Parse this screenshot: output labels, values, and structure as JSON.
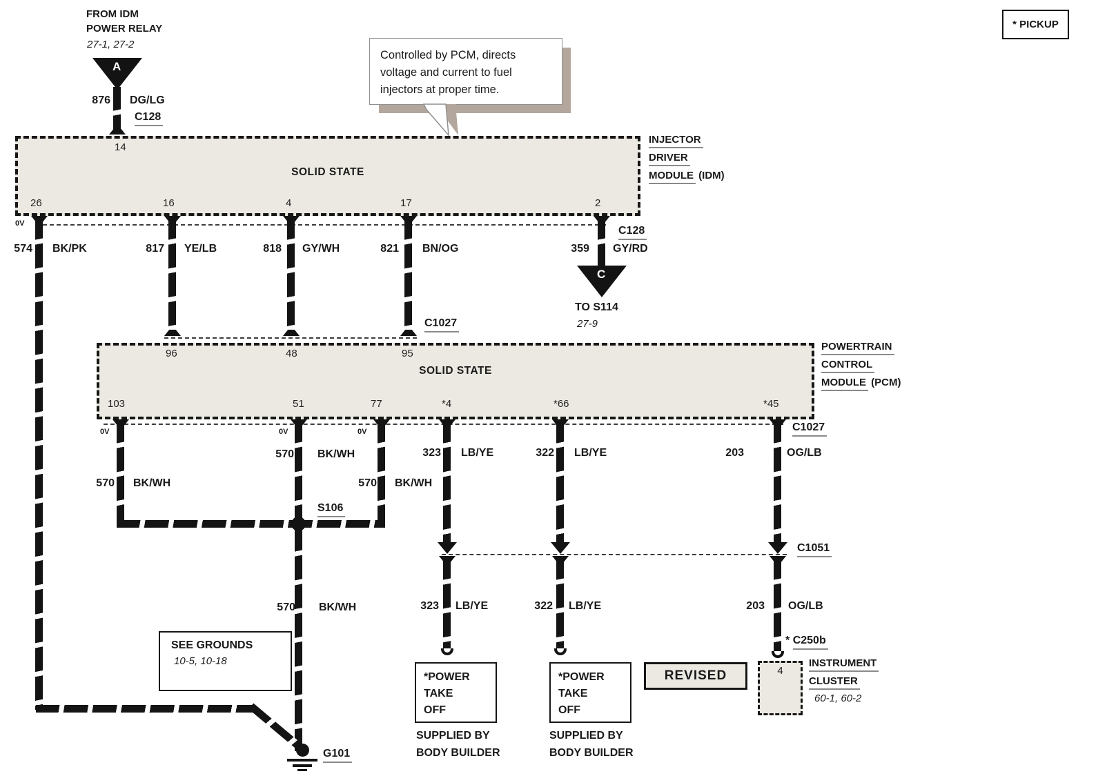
{
  "colors": {
    "module_fill": "#ece9e2",
    "wire": "#141414",
    "callout_shadow": "#b3a69c"
  },
  "pickup": {
    "label": "* PICKUP"
  },
  "callout": {
    "text": "Controlled by PCM, directs voltage and current to fuel injectors at proper time."
  },
  "relay": {
    "line1": "FROM IDM",
    "line2": "POWER RELAY",
    "ref": "27-1, 27-2",
    "triangle": "A"
  },
  "w876": {
    "num": "876",
    "color": "DG/LG",
    "connector": "C128"
  },
  "idm": {
    "pin_top": "14",
    "title": "SOLID STATE",
    "pins": [
      "26",
      "16",
      "4",
      "17",
      "2"
    ],
    "zero_v": "0V",
    "name1": "INJECTOR",
    "name2": "DRIVER",
    "name3": "MODULE",
    "name_suffix": "(IDM)",
    "connector_right": "C128"
  },
  "idm_wires": [
    {
      "num": "574",
      "color": "BK/PK"
    },
    {
      "num": "817",
      "color": "YE/LB"
    },
    {
      "num": "818",
      "color": "GY/WH"
    },
    {
      "num": "821",
      "color": "BN/OG"
    },
    {
      "num": "359",
      "color": "GY/RD"
    }
  ],
  "s114": {
    "triangle": "C",
    "line1": "TO S114",
    "ref": "27-9"
  },
  "c1027_left": "C1027",
  "pcm": {
    "pins_top": [
      "96",
      "48",
      "95"
    ],
    "title": "SOLID STATE",
    "pins_bottom": [
      "103",
      "51",
      "77",
      "*4",
      "*66",
      "*45"
    ],
    "zero_v": "0V",
    "name1": "POWERTRAIN",
    "name2": "CONTROL",
    "name3": "MODULE",
    "name_suffix": "(PCM)",
    "connector_right": "C1027"
  },
  "ground_net": {
    "w570_103": {
      "num": "570",
      "color": "BK/WH"
    },
    "w570_51": {
      "num": "570",
      "color": "BK/WH"
    },
    "w570_77": {
      "num": "570",
      "color": "BK/WH"
    },
    "splice": "S106",
    "w570_down": {
      "num": "570",
      "color": "BK/WH"
    },
    "ground": "G101",
    "see_grounds": {
      "title": "SEE GROUNDS",
      "ref": "10-5, 10-18"
    }
  },
  "pcm_wires_upper": [
    {
      "num": "323",
      "color": "LB/YE"
    },
    {
      "num": "322",
      "color": "LB/YE"
    },
    {
      "num": "203",
      "color": "OG/LB"
    }
  ],
  "c1051": "C1051",
  "pcm_wires_lower": [
    {
      "num": "323",
      "color": "LB/YE"
    },
    {
      "num": "322",
      "color": "LB/YE"
    },
    {
      "num": "203",
      "color": "OG/LB"
    }
  ],
  "c250b": {
    "star": "*",
    "label": "C250b"
  },
  "pto": {
    "line1": "*POWER",
    "line2": "TAKE",
    "line3": "OFF",
    "sub1": "SUPPLIED BY",
    "sub2": "BODY BUILDER"
  },
  "revised": {
    "label": "REVISED"
  },
  "cluster": {
    "pin": "4",
    "name1": "INSTRUMENT",
    "name2": "CLUSTER",
    "ref": "60-1, 60-2"
  }
}
